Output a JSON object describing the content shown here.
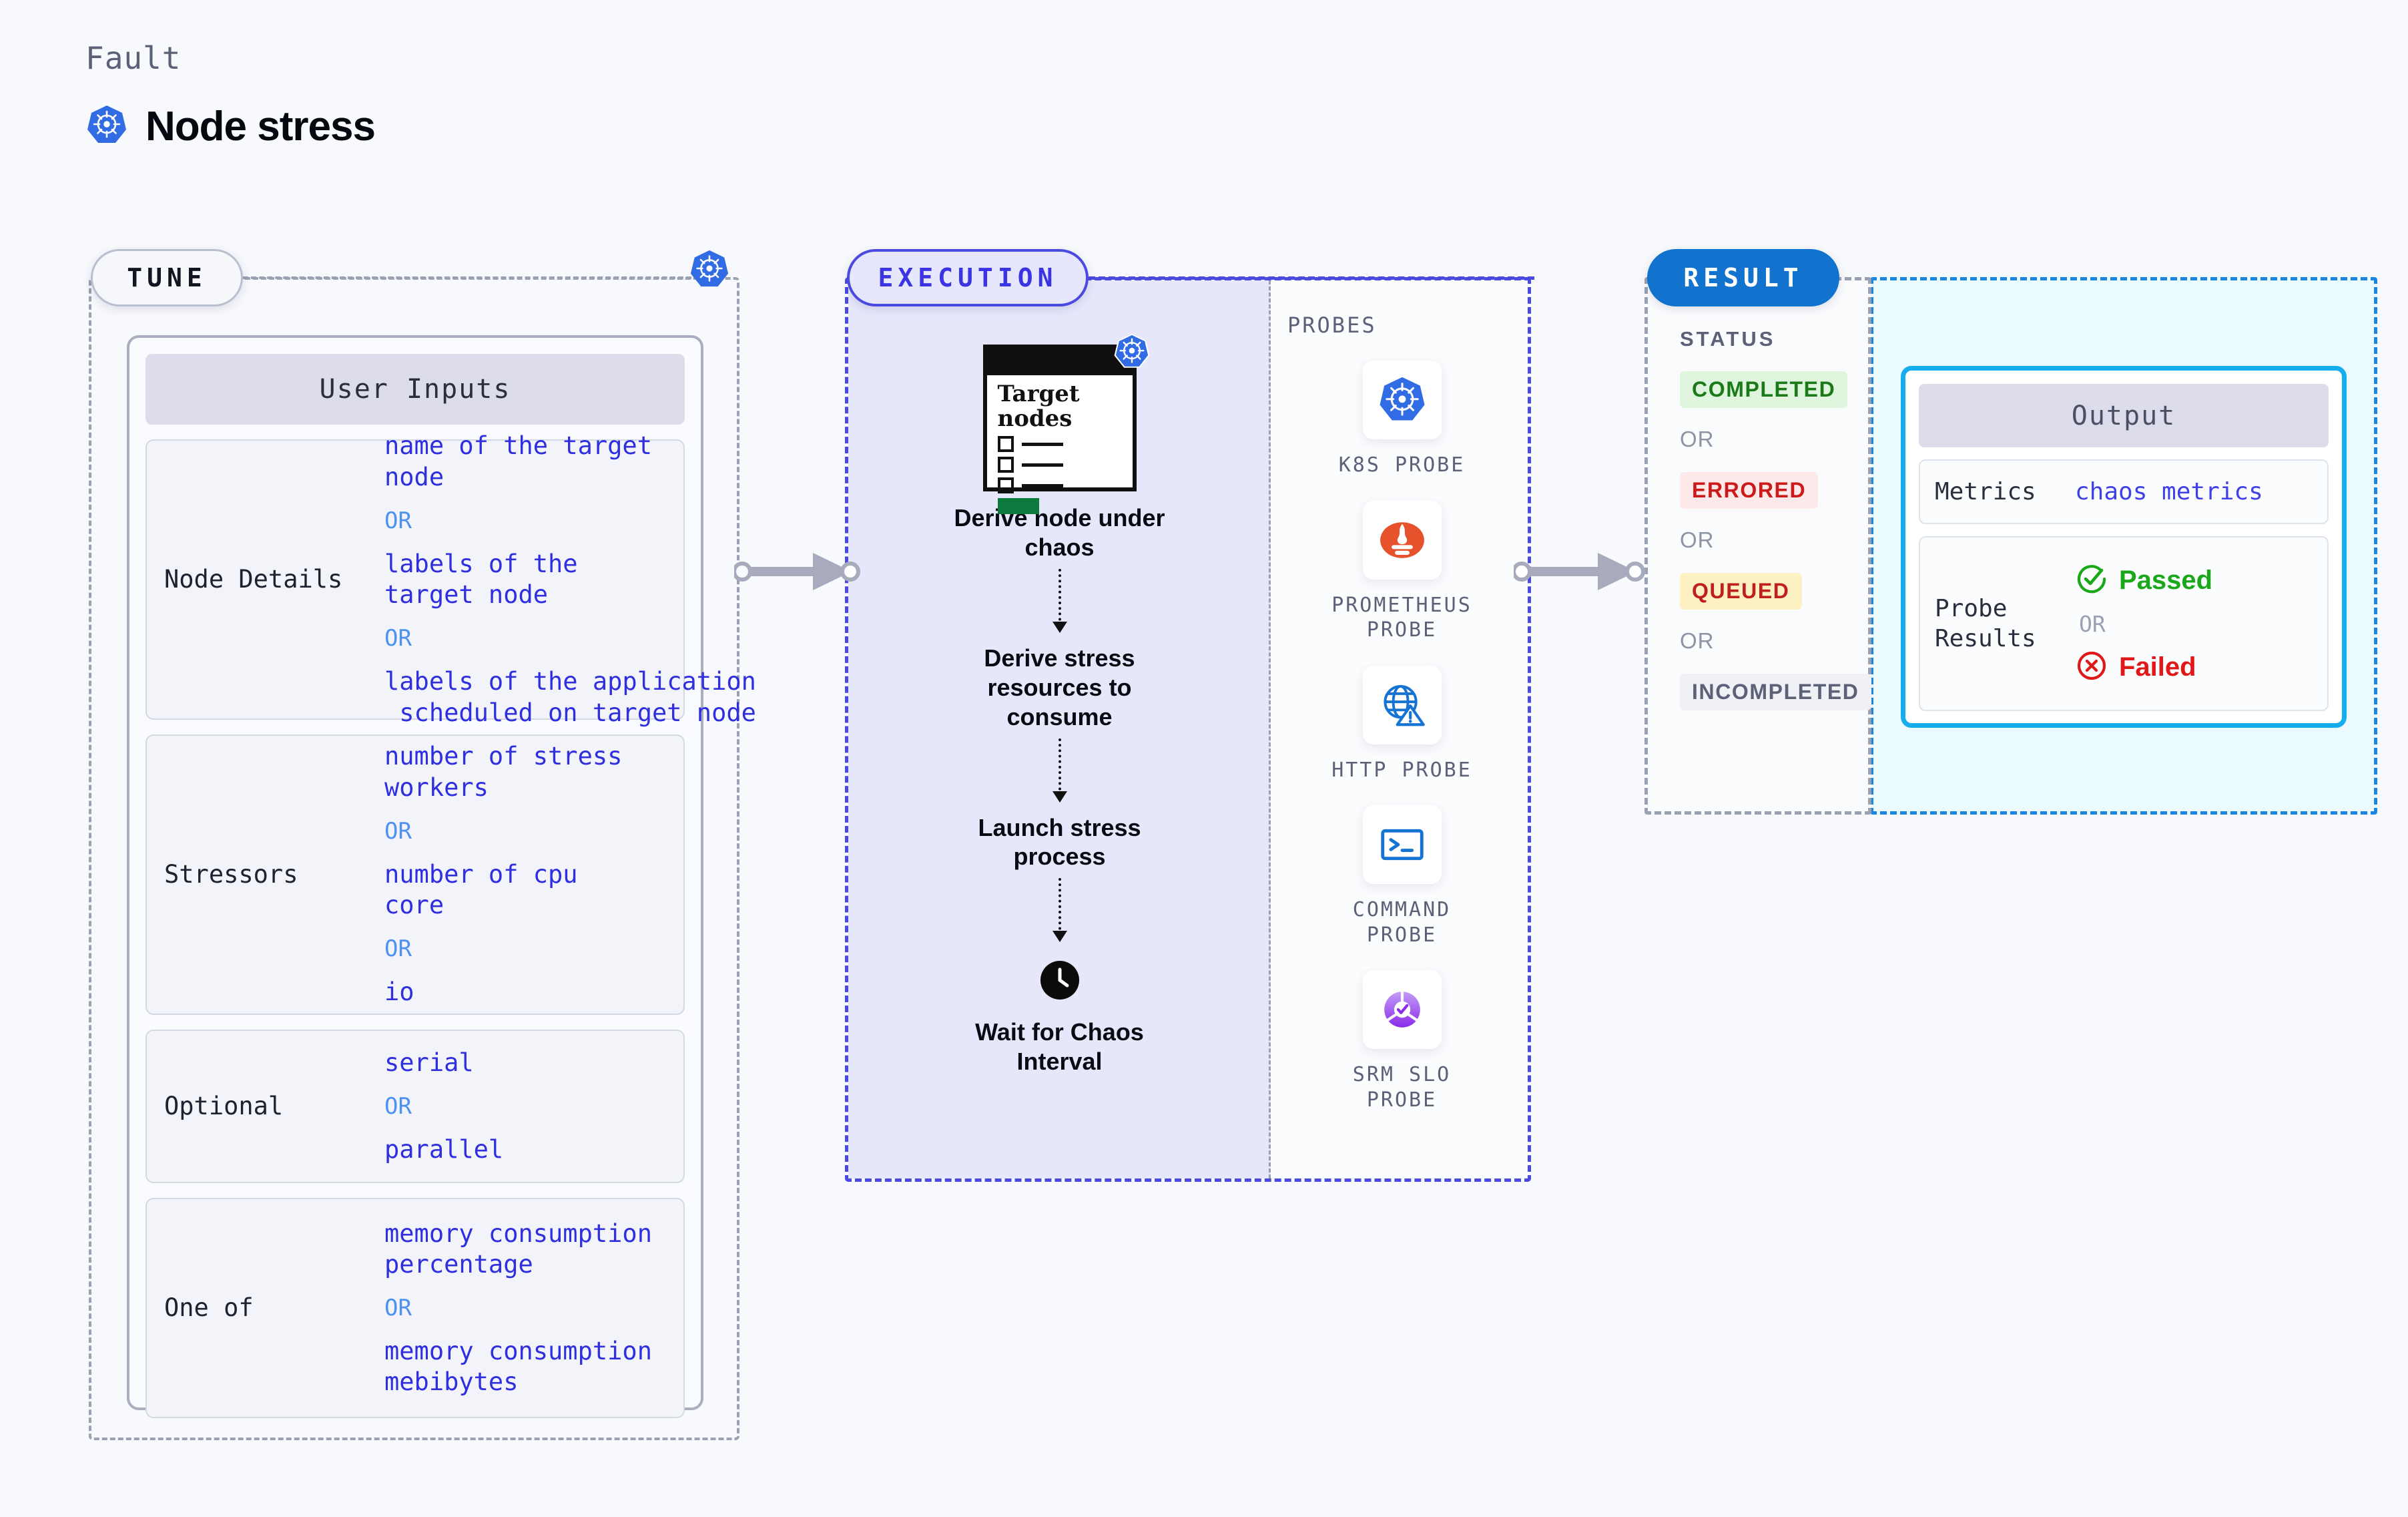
{
  "header": {
    "eyebrow": "Fault",
    "title": "Node stress",
    "icon": "kubernetes-icon"
  },
  "stages": {
    "tune": "TUNE",
    "execution": "EXECUTION",
    "result": "RESULT"
  },
  "tune": {
    "card_title": "User Inputs",
    "rows": [
      {
        "label": "Node Details",
        "values": [
          "name of the target\nnode",
          "labels of the\ntarget node",
          "labels of the application\n scheduled on target node"
        ],
        "separator": "OR"
      },
      {
        "label": "Stressors",
        "values": [
          "number of stress\nworkers",
          "number of cpu\ncore",
          "io"
        ],
        "separator": "OR"
      },
      {
        "label": "Optional",
        "values": [
          "serial",
          "parallel"
        ],
        "separator": "OR"
      },
      {
        "label": "One of",
        "values": [
          "memory consumption\npercentage",
          "memory consumption\nmebibytes"
        ],
        "separator": "OR"
      }
    ]
  },
  "execution": {
    "target_card": {
      "title": "Target\nnodes",
      "icon": "kubernetes-icon"
    },
    "steps": [
      {
        "label": "Derive node under\nchaos"
      },
      {
        "label": "Derive stress\nresources to\nconsume"
      },
      {
        "label": "Launch stress\nprocess"
      },
      {
        "label": "Wait for Chaos\nInterval",
        "icon": "clock-icon"
      }
    ],
    "probes_label": "PROBES",
    "probes": [
      {
        "name": "K8S  PROBE",
        "icon": "kubernetes-icon"
      },
      {
        "name": "PROMETHEUS\nPROBE",
        "icon": "prometheus-icon"
      },
      {
        "name": "HTTP  PROBE",
        "icon": "http-globe-warning-icon"
      },
      {
        "name": "COMMAND\nPROBE",
        "icon": "terminal-icon"
      },
      {
        "name": "SRM  SLO\nPROBE",
        "icon": "srm-slo-icon"
      }
    ]
  },
  "result": {
    "status_label": "STATUS",
    "separator": "OR",
    "statuses": [
      {
        "label": "COMPLETED",
        "bg": "#dff5de",
        "fg": "#1a7a18"
      },
      {
        "label": "ERRORED",
        "bg": "#fde9e9",
        "fg": "#cc1a1a"
      },
      {
        "label": "QUEUED",
        "bg": "#fdf0c2",
        "fg": "#bf1f1f"
      },
      {
        "label": "INCOMPLETED",
        "bg": "#f0f1f6",
        "fg": "#5b6177"
      }
    ],
    "output": {
      "title": "Output",
      "metrics_label": "Metrics",
      "metrics_value": "chaos metrics",
      "probe_results_label": "Probe\nResults",
      "passed": "Passed",
      "failed": "Failed",
      "separator": "OR"
    }
  },
  "colors": {
    "page_bg": "#f8f9fc",
    "k8s_blue": "#326ce5",
    "execution_purple": "#4a4ae0",
    "execution_fill": "#e6e7fb",
    "result_blue": "#1173ce",
    "output_cyan": "#16adef",
    "cyan_fill": "#eafaff",
    "value_indigo": "#2f2fe0",
    "or_blue": "#4e92ef",
    "connector_gray": "#a8abbd"
  }
}
